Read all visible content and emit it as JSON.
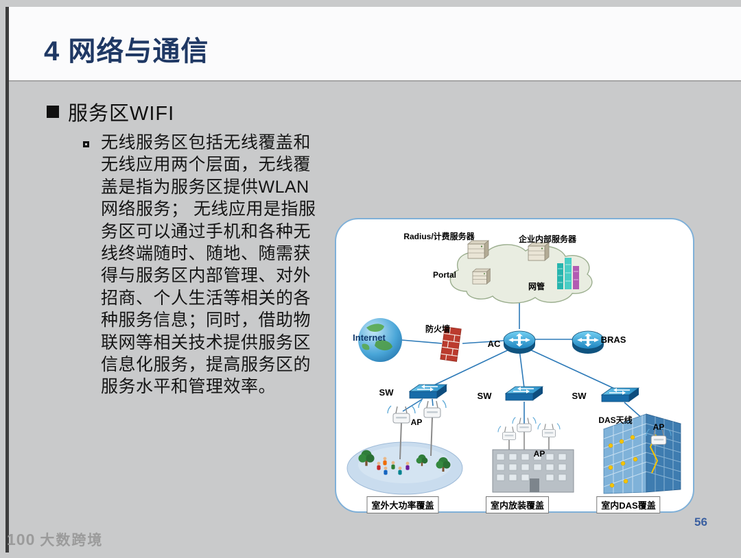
{
  "slide": {
    "title": "4 网络与通信",
    "page_number": "56",
    "watermark_logo": "100",
    "watermark_text": "大数跨境"
  },
  "content": {
    "heading": "服务区WIFI",
    "body_lines": [
      "无线服务区包括无线覆盖和",
      "无线应用两个层面，无线覆",
      "盖是指为服务区提供WLAN",
      "网络服务； 无线应用是指服",
      "务区可以通过手机和各种无",
      "线终端随时、随地、随需获",
      "得与服务区内部管理、对外",
      "招商、个人生活等相关的各",
      "种服务信息；同时，借助物",
      "联网等相关技术提供服务区",
      "信息化服务，提高服务区的",
      "服务水平和管理效率。"
    ]
  },
  "diagram": {
    "labels": {
      "radius_server": "Radius/计费服务器",
      "enterprise_server": "企业内部服务器",
      "portal": "Portal",
      "nms": "网管",
      "internet": "Internet",
      "firewall": "防火墙",
      "ac": "AC",
      "bras": "BRAS",
      "sw": "SW",
      "ap": "AP",
      "das_antenna": "DAS天线",
      "coverage_outdoor": "室外大功率覆盖",
      "coverage_indoor": "室内放装覆盖",
      "coverage_das": "室内DAS覆盖"
    }
  }
}
